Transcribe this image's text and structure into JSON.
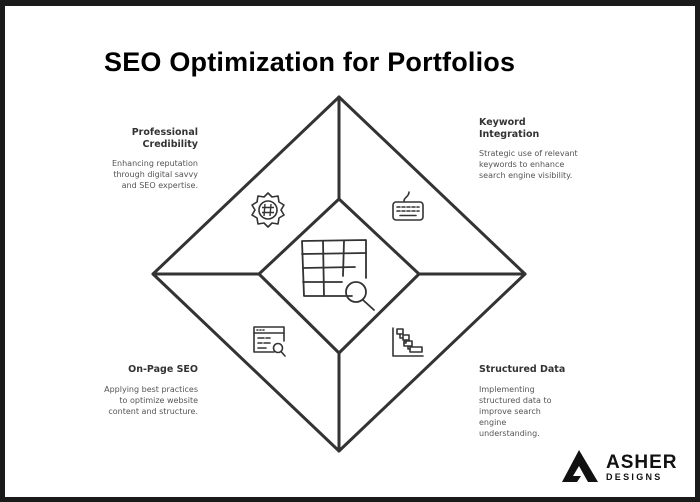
{
  "title": "SEO Optimization for Portfolios",
  "quadrants": {
    "top_left": {
      "heading": "Professional Credibility",
      "description": "Enhancing reputation through digital savvy and SEO expertise.",
      "icon": "gear-hash-icon"
    },
    "top_right": {
      "heading": "Keyword Integration",
      "description": "Strategic use of relevant keywords to enhance search engine visibility.",
      "icon": "keyboard-icon"
    },
    "bottom_left": {
      "heading": "On-Page SEO",
      "description": "Applying best practices to optimize website content and structure.",
      "icon": "web-search-icon"
    },
    "bottom_right": {
      "heading": "Structured Data",
      "description": "Implementing structured data to improve search engine understanding.",
      "icon": "hierarchy-icon"
    }
  },
  "center": {
    "icon": "table-search-icon"
  },
  "logo": {
    "name": "ASHER",
    "sub": "DESIGNS"
  },
  "colors": {
    "stroke": "#333333",
    "text": "#333333",
    "frame": "#1a1a1a"
  }
}
